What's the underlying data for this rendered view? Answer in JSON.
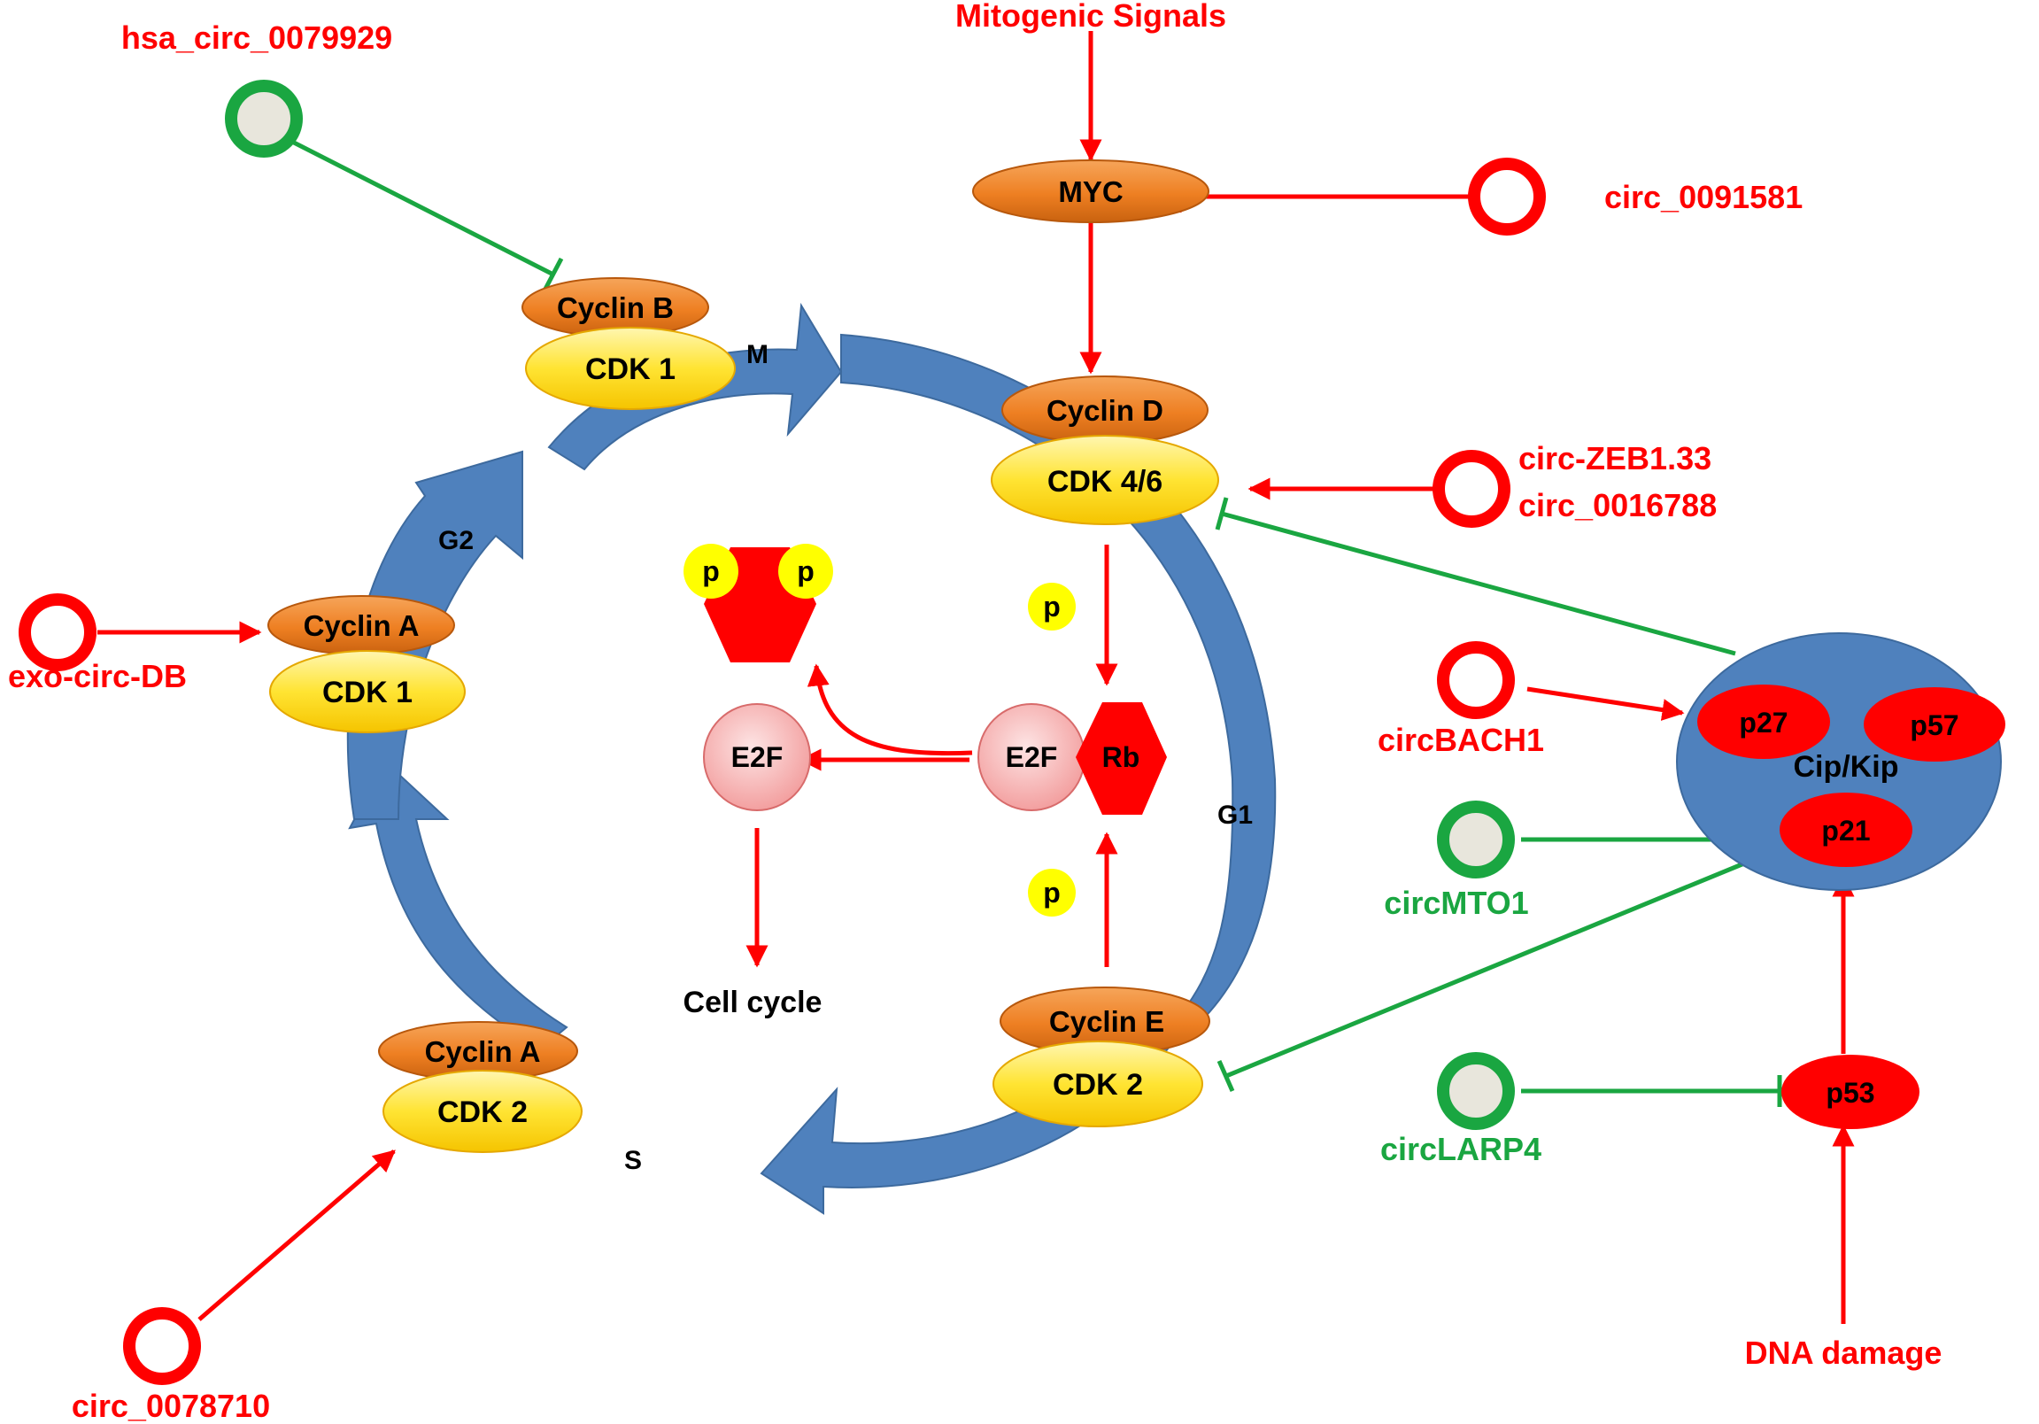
{
  "signals": {
    "mitogenic": "Mitogenic Signals",
    "dna_damage": "DNA damage"
  },
  "proteins": {
    "myc": "MYC",
    "cyclin_d": "Cyclin D",
    "cdk46": "CDK 4/6",
    "cyclin_b": "Cyclin B",
    "cdk1_top": "CDK 1",
    "cyclin_a_g2": "Cyclin A",
    "cdk1_g2": "CDK 1",
    "cyclin_a_s": "Cyclin A",
    "cdk2_s": "CDK 2",
    "cyclin_e": "Cyclin E",
    "cdk2_e": "CDK 2",
    "e2f_free": "E2F",
    "e2f_bound": "E2F",
    "rb": "Rb",
    "p": "p",
    "cell_cycle": "Cell cycle",
    "p27": "p27",
    "p57": "p57",
    "p21": "p21",
    "cip_kip": "Cip/Kip",
    "p53": "p53"
  },
  "phases": {
    "m": "M",
    "g1": "G1",
    "s": "S",
    "g2": "G2"
  },
  "circrnas": {
    "hsa_circ_0079929": "hsa_circ_0079929",
    "circ_0091581": "circ_0091581",
    "circ_zeb1": "circ-ZEB1.33",
    "circ_0016788": "circ_0016788",
    "exo_circ_db": "exo-circ-DB",
    "circ_bach1": "circBACH1",
    "circ_mto1": "circMTO1",
    "circ_larp4": "circLARP4",
    "circ_0078710": "circ_0078710"
  },
  "colors": {
    "activation": "#ff0000",
    "inhibition": "#1aa641",
    "cycle_arrow": "#4f81bd",
    "cyclin": "#f0832a",
    "cdk": "#ffe033",
    "e2f": "#f7b3b3",
    "node_red": "#ff0000",
    "phosphate": "#ffff00"
  }
}
